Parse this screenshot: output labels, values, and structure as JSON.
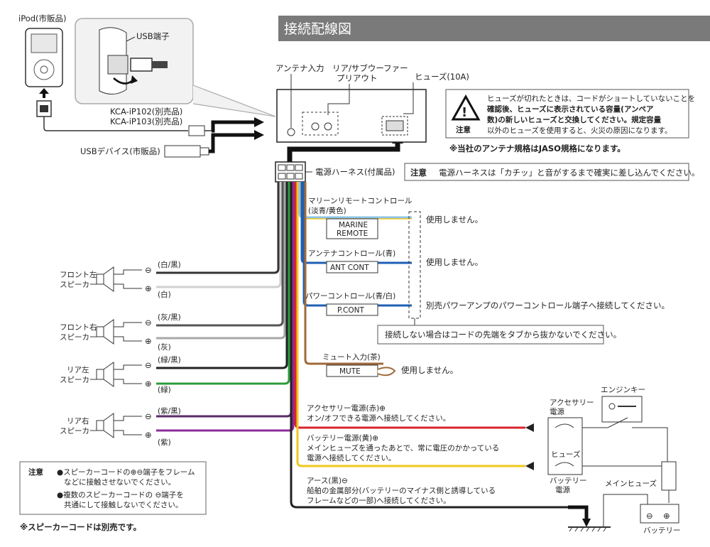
{
  "title": "接続配線図",
  "ipod": {
    "label": "iPod(市販品)",
    "usb_terminal": "USB端子"
  },
  "cables": {
    "kca1": "KCA-iP102(別売品)",
    "kca2": "KCA-iP103(別売品)",
    "usb_device": "USBデバイス(市販品)"
  },
  "unit": {
    "antenna_input": "アンテナ入力",
    "rear_preout_1": "リア/サブウーファー",
    "rear_preout_2": "プリアウト",
    "fuse": "ヒューズ(10A)"
  },
  "caution_box": {
    "line1": "ヒューズが切れたときは、コードがショートしていないことを",
    "line2": "確認後、ヒューズに表示されている容量(アンペア",
    "line3": "数)の新しいヒューズと交換してください。規定容量",
    "line4": "以外のヒューズを使用すると、火災の原因になります。",
    "caution_label": "注意"
  },
  "antenna_note": "※当社のアンテナ規格はJASO規格になります。",
  "harness": {
    "label": "電源ハーネス(付属品)",
    "note_label": "注意",
    "note_text": "電源ハーネスは「カチッ」と音がするまで確実に差し込んでください。"
  },
  "outputs": {
    "marine_title_1": "マリーンリモートコントロール",
    "marine_title_2": "(淡青/黄色)",
    "marine_box_1": "MARINE",
    "marine_box_2": "REMOTE",
    "ant_title": "アンテナコントロール(青)",
    "ant_box": "ANT CONT",
    "pcont_title": "パワーコントロール(青/白)",
    "pcont_box": "P.CONT",
    "unused": "使用しません。",
    "pcont_note": "別売パワーアンプのパワーコントロール端子へ接続してください。",
    "unconnected_note": "接続しない場合はコードの先端をタブから抜かないでください。",
    "mute_title": "ミュート入力(茶)",
    "mute_box": "MUTE"
  },
  "speakers": [
    {
      "name_1": "フロント左",
      "name_2": "スピーカー",
      "neg": "(白/黒)",
      "pos": "(白)"
    },
    {
      "name_1": "フロント右",
      "name_2": "スピーカー",
      "neg": "(灰/黒)",
      "pos": "(灰)"
    },
    {
      "name_1": "リア左",
      "name_2": "スピーカー",
      "neg": "(緑/黒)",
      "pos": "(緑)"
    },
    {
      "name_1": "リア右",
      "name_2": "スピーカー",
      "neg": "(紫/黒)",
      "pos": "(紫)"
    }
  ],
  "symbols": {
    "minus": "⊖",
    "plus": "⊕"
  },
  "power": {
    "acc_1": "アクセサリー電源(赤)⊕",
    "acc_2": "オン/オフできる電源へ接続してください。",
    "bat_1": "バッテリー電源(黄)⊕",
    "bat_2": "メインヒューズを通ったあとで、常に電圧のかかっている",
    "bat_3": "電源へ接続してください。",
    "gnd_1": "アース(黒)⊖",
    "gnd_2": "船舶の金属部分(バッテリーのマイナス側と誘導している",
    "gnd_3": "フレームなどの一部)へ接続してください。"
  },
  "right_panel": {
    "acc_source_1": "アクセサリー",
    "acc_source_2": "電源",
    "engine_key": "エンジンキー",
    "fuse": "ヒューズ",
    "bat_source_1": "バッテリー",
    "bat_source_2": "電源",
    "main_fuse": "メインヒューズ",
    "battery": "バッテリー"
  },
  "bottom_note": {
    "label": "注意",
    "line1": "●スピーカーコードの⊕⊖端子をフレーム",
    "line2": "などに接触させないでください。",
    "line3": "●複数のスピーカーコードの ⊖端子を",
    "line4": "共通にして接触しないでください。"
  },
  "speaker_cable_note": "※スピーカーコードは別売です。",
  "colors": {
    "header_bg": "#7a7a7a",
    "white_wire": "#d8d8d8",
    "gray_wire": "#a8a8a8",
    "green_wire": "#2e9b3a",
    "purple_wire": "#8c2a9a",
    "red_wire": "#d8262e",
    "yellow_wire": "#f0c81e",
    "black_wire": "#222222",
    "blue_wire": "#1f5fb3",
    "lightblue_wire": "#8cc4e8",
    "brown_wire": "#a06a3a"
  }
}
